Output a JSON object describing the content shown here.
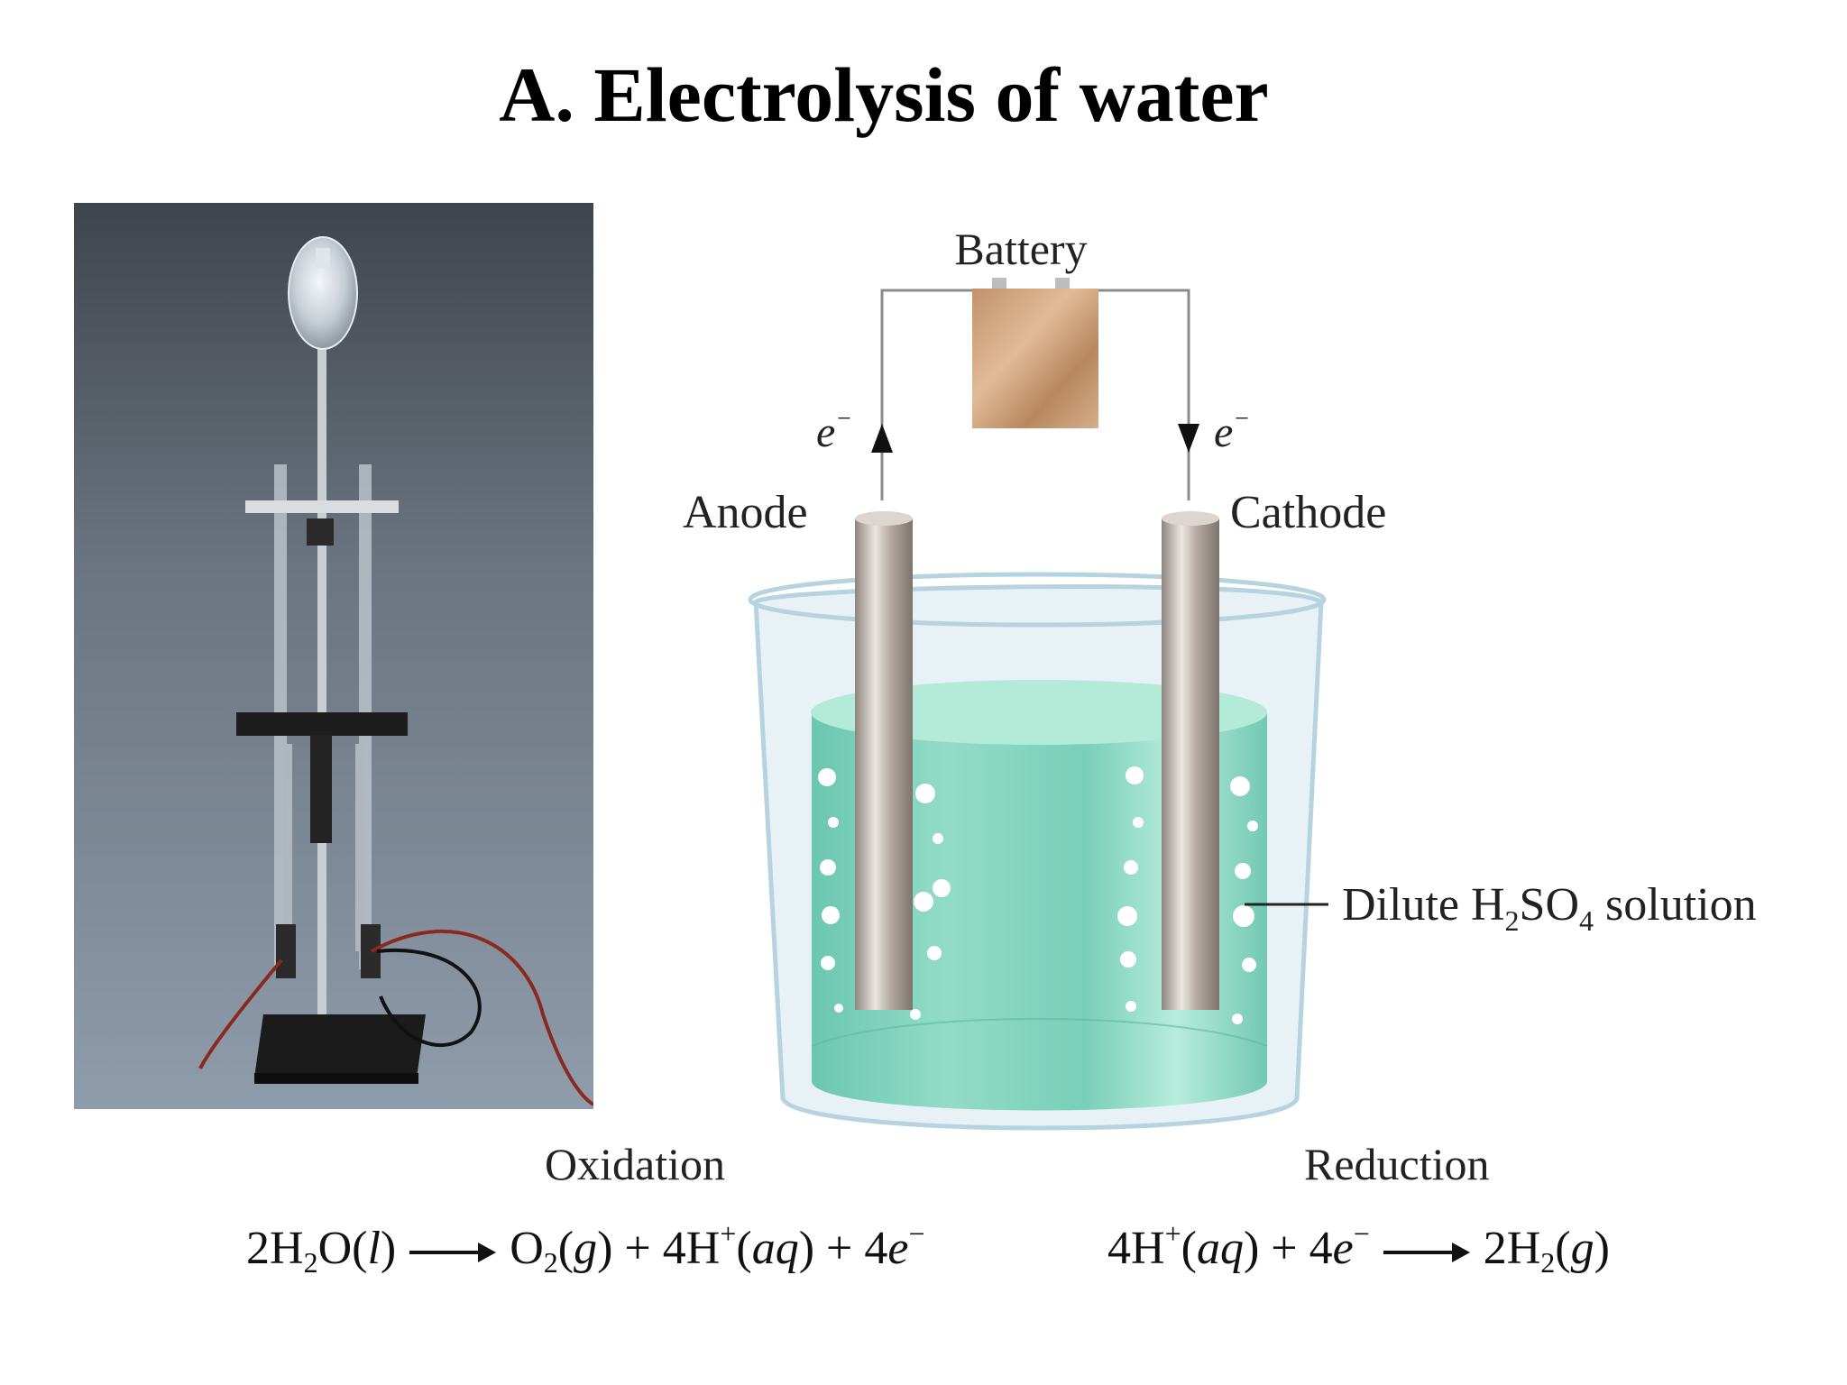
{
  "title": "A. Electrolysis of water",
  "labels": {
    "battery": "Battery",
    "anode": "Anode",
    "cathode": "Cathode",
    "electron_left": "e",
    "electron_right": "e",
    "electron_charge": "−",
    "solution_prefix": "Dilute H",
    "solution_sub1": "2",
    "solution_mid": "SO",
    "solution_sub2": "4",
    "solution_suffix": " solution"
  },
  "oxidation": {
    "label": "Oxidation",
    "reactant": {
      "coef": "2H",
      "sub": "2",
      "rest": "O(",
      "state": "l",
      "close": ")"
    },
    "products": "O",
    "p_sub": "2",
    "p1_open": "(",
    "p1_state": "g",
    "p1_close": ") + 4H",
    "p_sup": "+",
    "p2_open": "(",
    "p2_state": "aq",
    "p2_close": ") + 4",
    "electron": "e",
    "e_sup": "−"
  },
  "reduction": {
    "label": "Reduction",
    "r1": "4H",
    "r_sup": "+",
    "r_open": "(",
    "r_state": "aq",
    "r_close": ") + 4",
    "electron": "e",
    "e_sup": "−",
    "product": "2H",
    "p_sub": "2",
    "p_open": "(",
    "p_state": "g",
    "p_close": ")"
  },
  "colors": {
    "solution": "#7fd3bd",
    "electrode": "#bdb3ad",
    "battery": "#c99a72",
    "photo_bg": "#6f7a86"
  }
}
